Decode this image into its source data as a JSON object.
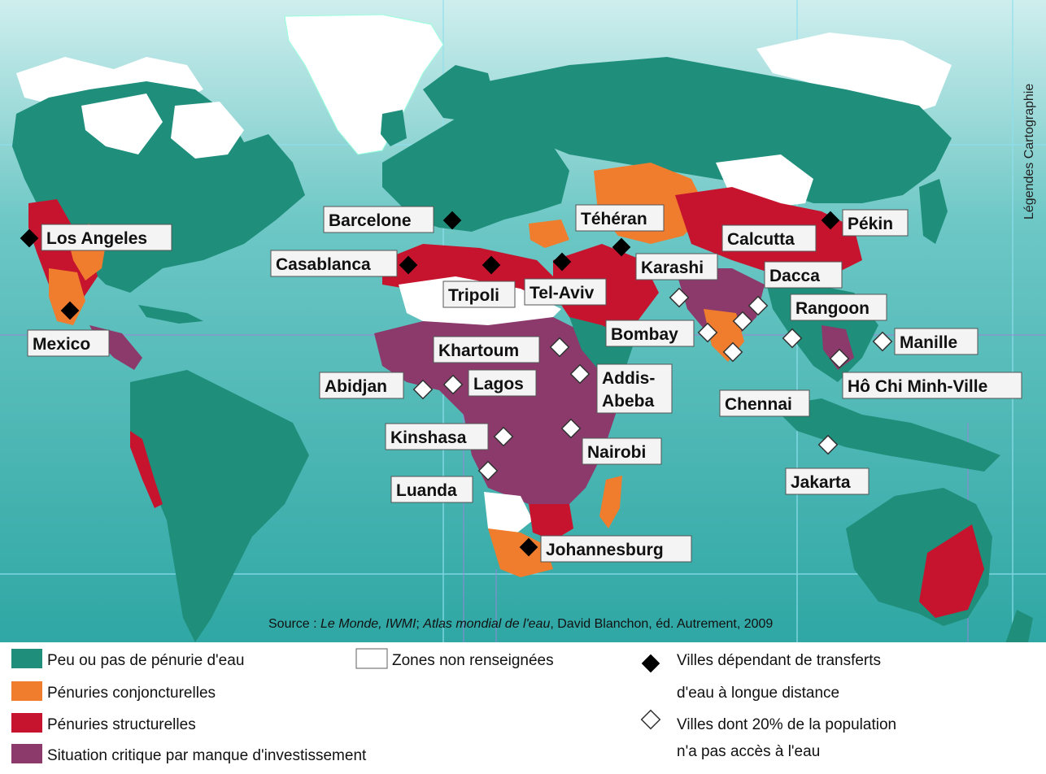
{
  "credit": "Légendes Cartographie",
  "source": {
    "prefix": "Source : ",
    "italic1": "Le Monde, IWMI",
    "sep": "; ",
    "italic2": "Atlas mondial de l'eau",
    "suffix": ", David Blanchon, éd. Autrement, 2009"
  },
  "colors": {
    "ocean": "#3fb0ad",
    "no_shortage": "#1f8f7c",
    "conjunctural": "#ef7d2d",
    "structural": "#c6142e",
    "critical": "#8b3a6b",
    "no_data": "#ffffff",
    "grid": "#7ad3e4"
  },
  "cities": {
    "los_angeles": {
      "name": "Los Angeles",
      "marker": "black"
    },
    "mexico": {
      "name": "Mexico",
      "marker": "black"
    },
    "barcelone": {
      "name": "Barcelone",
      "marker": "black"
    },
    "casablanca": {
      "name": "Casablanca",
      "marker": "black"
    },
    "tripoli": {
      "name": "Tripoli",
      "marker": "black"
    },
    "tel_aviv": {
      "name": "Tel-Aviv",
      "marker": "black"
    },
    "teheran": {
      "name": "Téhéran",
      "marker": "black"
    },
    "karashi": {
      "name": "Karashi",
      "marker": "white"
    },
    "calcutta": {
      "name": "Calcutta",
      "marker": "white"
    },
    "dacca": {
      "name": "Dacca",
      "marker": "white"
    },
    "pekin": {
      "name": "Pékin",
      "marker": "black"
    },
    "rangoon": {
      "name": "Rangoon",
      "marker": "white"
    },
    "bombay": {
      "name": "Bombay",
      "marker": "white"
    },
    "manille": {
      "name": "Manille",
      "marker": "white"
    },
    "ho_chi_minh": {
      "name": "Hô Chi Minh-Ville",
      "marker": "white"
    },
    "chennai": {
      "name": "Chennai",
      "marker": "white"
    },
    "khartoum": {
      "name": "Khartoum",
      "marker": "white"
    },
    "abidjan": {
      "name": "Abidjan",
      "marker": "white"
    },
    "lagos": {
      "name": "Lagos",
      "marker": "white"
    },
    "addis_abeba": {
      "name_line1": "Addis-",
      "name_line2": "Abeba",
      "marker": "white"
    },
    "kinshasa": {
      "name": "Kinshasa",
      "marker": "white"
    },
    "nairobi": {
      "name": "Nairobi",
      "marker": "white"
    },
    "luanda": {
      "name": "Luanda",
      "marker": "white"
    },
    "jakarta": {
      "name": "Jakarta",
      "marker": "white"
    },
    "johannesburg": {
      "name": "Johannesburg",
      "marker": "black"
    }
  },
  "legend": {
    "no_shortage": "Peu ou pas de pénurie d'eau",
    "conjunctural": "Pénuries conjoncturelles",
    "structural": "Pénuries structurelles",
    "critical": "Situation critique par manque d'investissement",
    "no_data": "Zones non renseignées",
    "black_cities_line1": "Villes dépendant de transferts",
    "black_cities_line2": "d'eau à longue distance",
    "white_cities_line1": "Villes dont 20% de la population",
    "white_cities_line2": "n'a pas accès à l'eau"
  }
}
